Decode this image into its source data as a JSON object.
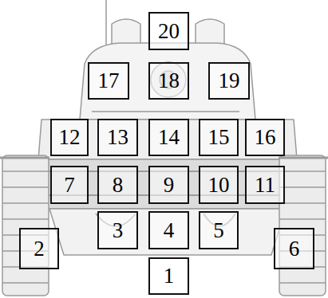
{
  "diagram": {
    "nodes": [
      {
        "text": [
          "20"
        ]
      },
      {
        "text": [
          "17"
        ]
      },
      {
        "text": [
          "18"
        ]
      },
      {
        "text": [
          "19"
        ]
      },
      {
        "text": [
          "12"
        ]
      },
      {
        "text": [
          "13"
        ]
      },
      {
        "text": [
          "14"
        ]
      },
      {
        "text": [
          "15"
        ]
      },
      {
        "text": [
          "16"
        ]
      },
      {
        "text": [
          "7"
        ]
      },
      {
        "text": [
          "8"
        ]
      },
      {
        "text": [
          "9"
        ]
      },
      {
        "text": [
          "10"
        ]
      },
      {
        "text": [
          "11"
        ]
      },
      {
        "text": [
          "3"
        ]
      },
      {
        "text": [
          "4"
        ]
      },
      {
        "text": [
          "5"
        ]
      },
      {
        "text": [
          "2"
        ]
      },
      {
        "text": [
          "6"
        ]
      },
      {
        "text": [
          "1"
        ]
      }
    ]
  }
}
